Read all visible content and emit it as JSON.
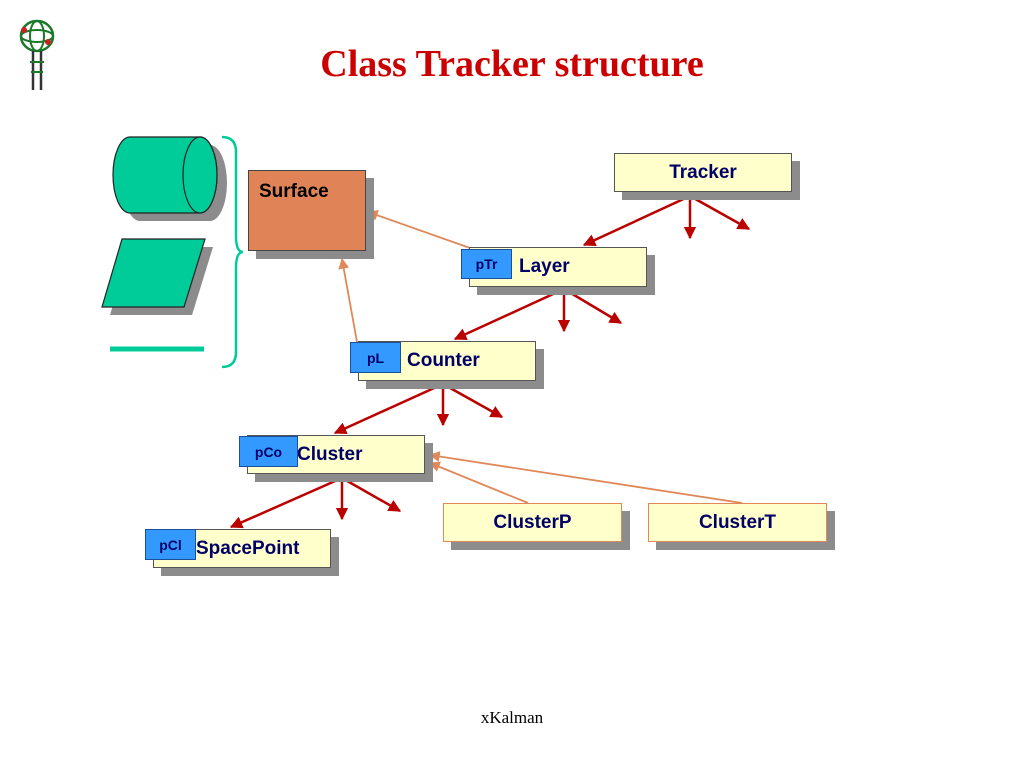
{
  "slide": {
    "title": "Class Tracker structure",
    "footer": "xKalman"
  },
  "classes": {
    "tracker": "Tracker",
    "layer": "Layer",
    "counter": "Counter",
    "cluster": "Cluster",
    "spacepoint": "SpacePoint",
    "cluster_p": "ClusterP",
    "cluster_t": "ClusterT",
    "surface": "Surface"
  },
  "pointer_tags": {
    "layer": "pTr",
    "counter": "pL",
    "cluster": "pCo",
    "spacepoint": "pCl"
  },
  "shapes": [
    "cylinder-icon",
    "parallelogram-icon",
    "line-icon"
  ],
  "colors": {
    "title": "#cc0000",
    "class_box": "#ffffcc",
    "surface_box": "#e08458",
    "pointer_tag": "#3399ff",
    "containment_arrow": "#bb0000",
    "inheritance_arrow": "#e08858",
    "geometry_shape": "#00cc99"
  }
}
